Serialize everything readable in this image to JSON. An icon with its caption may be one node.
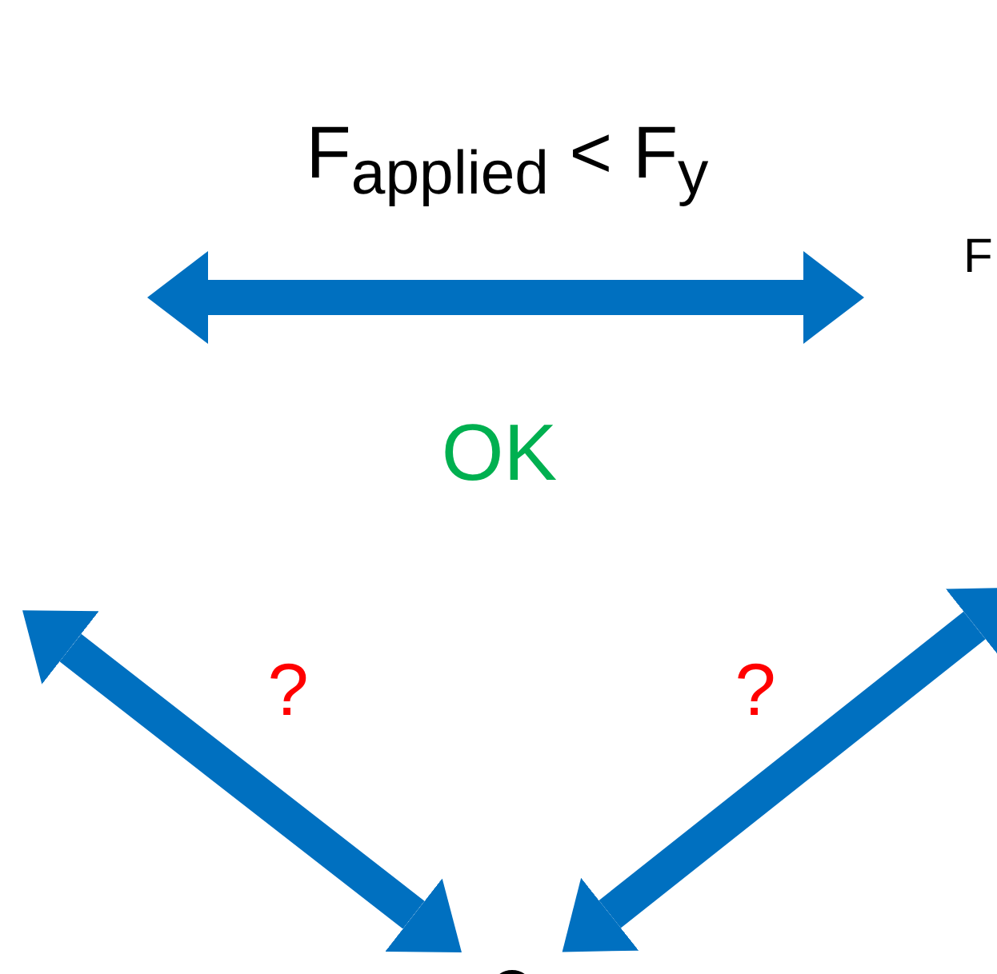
{
  "diagram": {
    "nodes": [
      {
        "text": [
          "F"
        ]
      },
      {
        "text": [],
        "shape": "circle"
      }
    ],
    "edges": [
      {
        "from": null,
        "to": 0,
        "arrow": "both",
        "label": "F$_{applied}$ < F$_{y}$"
      },
      {
        "from": null,
        "to": 1,
        "arrow": "both",
        "label": "?"
      },
      {
        "from": 1,
        "to": null,
        "arrow": "both",
        "label": "?"
      }
    ],
    "labels": [
      "OK"
    ]
  }
}
